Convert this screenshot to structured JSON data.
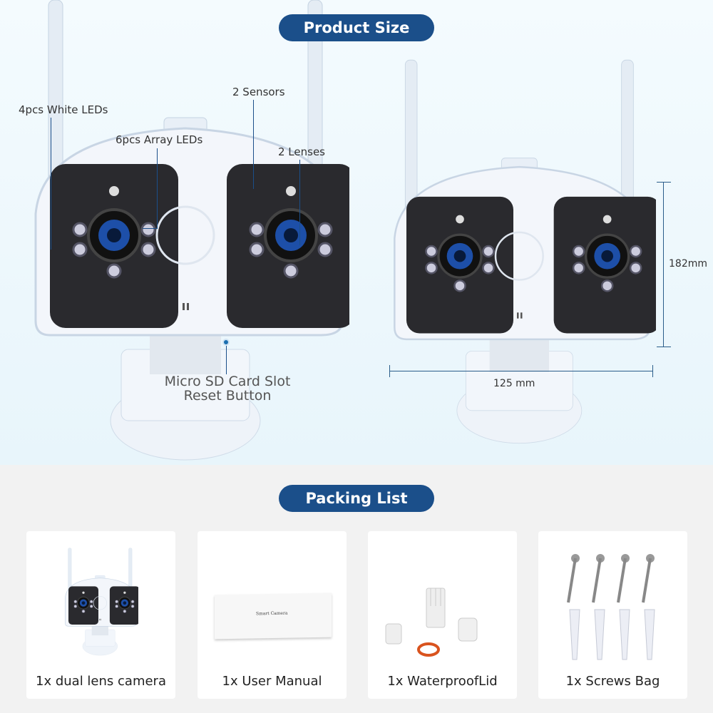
{
  "product_size": {
    "title": "Product Size",
    "labels": {
      "white_leds": "4pcs White LEDs",
      "array_leds": "6pcs Array LEDs",
      "sensors": "2 Sensors",
      "lenses": "2 Lenses",
      "sd_slot": "Micro SD Card Slot",
      "reset": "Reset Button"
    },
    "height_dim": "182mm",
    "width_dim": "125 mm"
  },
  "packing_list": {
    "title": "Packing List",
    "items": [
      {
        "label": "1x dual lens camera"
      },
      {
        "label": "1x User Manual",
        "manual_title": "Smart Camera"
      },
      {
        "label": "1x WaterproofLid"
      },
      {
        "label": "1x Screws Bag"
      }
    ]
  },
  "colors": {
    "accent": "#1b4f8a",
    "top_bg": "#eaf6fb",
    "bottom_bg": "#f2f2f2"
  }
}
